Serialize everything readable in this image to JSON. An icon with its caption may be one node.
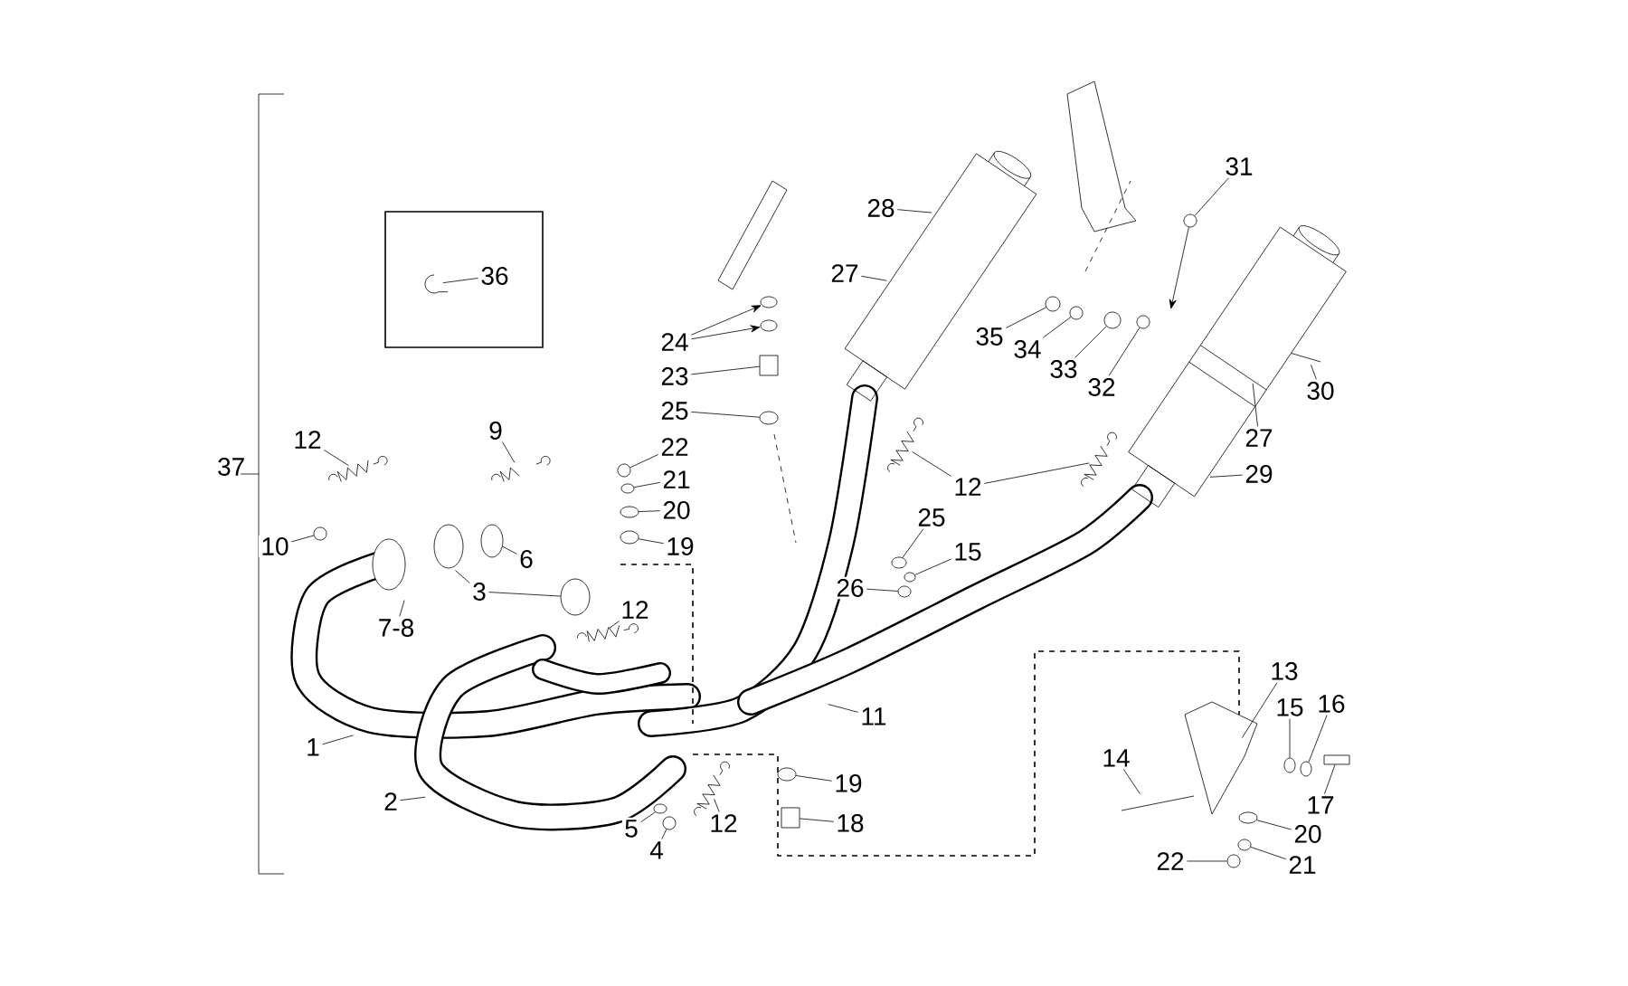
{
  "diagram": {
    "nodes": [
      {
        "text": [],
        "shape": "box"
      },
      {
        "text": [
          "36"
        ],
        "in": 0
      },
      {
        "text": [
          "12"
        ]
      },
      {
        "text": [
          "9"
        ]
      },
      {
        "text": [
          "24"
        ]
      },
      {
        "text": [
          "23"
        ]
      },
      {
        "text": [
          "25"
        ]
      },
      {
        "text": [
          "22"
        ]
      },
      {
        "text": [
          "21"
        ]
      },
      {
        "text": [
          "20"
        ]
      },
      {
        "text": [
          "28"
        ]
      },
      {
        "text": [
          "27"
        ]
      },
      {
        "text": [
          "31"
        ]
      },
      {
        "text": [
          "35"
        ]
      },
      {
        "text": [
          "34"
        ]
      },
      {
        "text": [
          "33"
        ]
      },
      {
        "text": [
          "32"
        ]
      },
      {
        "text": [
          "30"
        ]
      },
      {
        "text": [
          "27"
        ]
      },
      {
        "text": [
          "29"
        ]
      },
      {
        "text": [
          "12"
        ]
      },
      {
        "text": [
          "25"
        ]
      },
      {
        "text": [
          "15"
        ]
      },
      {
        "text": [
          "26"
        ]
      },
      {
        "text": [
          "10"
        ]
      },
      {
        "text": [
          "6"
        ]
      },
      {
        "text": [
          "3"
        ]
      },
      {
        "text": [
          "7-8"
        ]
      },
      {
        "text": [
          "12"
        ]
      },
      {
        "text": [
          "19"
        ]
      },
      {
        "text": [
          "1"
        ]
      },
      {
        "text": [
          "2"
        ]
      },
      {
        "text": [
          "5"
        ]
      },
      {
        "text": [
          "4"
        ]
      },
      {
        "text": [
          "12"
        ]
      },
      {
        "text": [
          "19"
        ]
      },
      {
        "text": [
          "18"
        ]
      },
      {
        "text": [
          "11"
        ]
      },
      {
        "text": [
          "13"
        ]
      },
      {
        "text": [
          "15"
        ]
      },
      {
        "text": [
          "16"
        ]
      },
      {
        "text": [
          "17"
        ]
      },
      {
        "text": [
          "14"
        ]
      },
      {
        "text": [
          "20"
        ]
      },
      {
        "text": [
          "21"
        ]
      },
      {
        "text": [
          "22"
        ]
      },
      {
        "text": [],
        "shape": "circle"
      },
      {
        "text": [],
        "shape": "circle"
      },
      {
        "text": [],
        "shape": "box"
      },
      {
        "text": [],
        "shape": "circle"
      },
      {
        "text": [],
        "shape": "circle"
      },
      {
        "text": [],
        "shape": "circle"
      },
      {
        "text": [],
        "shape": "circle"
      },
      {
        "text": [],
        "shape": "circle"
      },
      {
        "text": [],
        "shape": "circle"
      },
      {
        "text": [],
        "shape": "circle"
      },
      {
        "text": [],
        "shape": "circle"
      },
      {
        "text": [],
        "shape": "circle"
      },
      {
        "text": [],
        "shape": "circle"
      },
      {
        "text": [],
        "shape": "circle"
      },
      {
        "text": [],
        "shape": "circle"
      },
      {
        "text": [],
        "shape": "circle"
      },
      {
        "text": [],
        "shape": "circle"
      },
      {
        "text": [],
        "shape": "circle"
      },
      {
        "text": [],
        "shape": "circle"
      },
      {
        "text": [],
        "shape": "circle"
      },
      {
        "text": [],
        "shape": "circle"
      },
      {
        "text": [],
        "shape": "circle"
      },
      {
        "text": [],
        "shape": "box"
      },
      {
        "text": [],
        "shape": "circle"
      },
      {
        "text": [],
        "shape": "circle"
      },
      {
        "text": [],
        "shape": "circle"
      },
      {
        "text": [],
        "shape": "circle"
      },
      {
        "text": [],
        "shape": "circle"
      },
      {
        "text": [],
        "shape": "box"
      }
    ],
    "edges": [
      {
        "from": 1,
        "to": null,
        "arrow": "none"
      },
      {
        "from": 2,
        "to": null,
        "arrow": "none"
      },
      {
        "from": 3,
        "to": null,
        "arrow": "none"
      },
      {
        "from": 4,
        "to": 46,
        "arrow": "to"
      },
      {
        "from": 4,
        "to": 47,
        "arrow": "to"
      },
      {
        "from": 5,
        "to": 48,
        "arrow": "none"
      },
      {
        "from": 6,
        "to": 49,
        "arrow": "none"
      },
      {
        "from": 7,
        "to": 50,
        "arrow": "none"
      },
      {
        "from": 8,
        "to": 51,
        "arrow": "none"
      },
      {
        "from": 9,
        "to": 52,
        "arrow": "none"
      },
      {
        "from": 10,
        "to": null,
        "arrow": "none"
      },
      {
        "from": 11,
        "to": null,
        "arrow": "none"
      },
      {
        "from": 12,
        "to": 54,
        "arrow": "none"
      },
      {
        "from": 13,
        "to": 55,
        "arrow": "none"
      },
      {
        "from": 14,
        "to": 56,
        "arrow": "none"
      },
      {
        "from": 15,
        "to": 58,
        "arrow": "none"
      },
      {
        "from": 16,
        "to": 57,
        "arrow": "none"
      },
      {
        "from": 17,
        "to": null,
        "arrow": "none"
      },
      {
        "from": 18,
        "to": null,
        "arrow": "none"
      },
      {
        "from": 19,
        "to": null,
        "arrow": "none"
      },
      {
        "from": 20,
        "to": null,
        "arrow": "none"
      },
      {
        "from": 20,
        "to": null,
        "arrow": "none"
      },
      {
        "from": 21,
        "to": 62,
        "arrow": "none"
      },
      {
        "from": 22,
        "to": 63,
        "arrow": "none"
      },
      {
        "from": 23,
        "to": 64,
        "arrow": "none"
      },
      {
        "from": 24,
        "to": 59,
        "arrow": "none"
      },
      {
        "from": 25,
        "to": 60,
        "arrow": "none"
      },
      {
        "from": 26,
        "to": null,
        "arrow": "none"
      },
      {
        "from": 26,
        "to": 61,
        "arrow": "none"
      },
      {
        "from": 27,
        "to": null,
        "arrow": "none"
      },
      {
        "from": 28,
        "to": null,
        "arrow": "none"
      },
      {
        "from": 29,
        "to": 53,
        "arrow": "none"
      },
      {
        "from": 30,
        "to": null,
        "arrow": "none"
      },
      {
        "from": 31,
        "to": null,
        "arrow": "none"
      },
      {
        "from": 32,
        "to": 65,
        "arrow": "none"
      },
      {
        "from": 33,
        "to": 66,
        "arrow": "none"
      },
      {
        "from": 34,
        "to": null,
        "arrow": "none"
      },
      {
        "from": 35,
        "to": 67,
        "arrow": "none"
      },
      {
        "from": 36,
        "to": 68,
        "arrow": "none"
      },
      {
        "from": 37,
        "to": null,
        "arrow": "none"
      },
      {
        "from": 38,
        "to": null,
        "arrow": "none"
      },
      {
        "from": 39,
        "to": 69,
        "arrow": "none"
      },
      {
        "from": 40,
        "to": 70,
        "arrow": "none"
      },
      {
        "from": 41,
        "to": 74,
        "arrow": "none"
      },
      {
        "from": 42,
        "to": null,
        "arrow": "none"
      },
      {
        "from": 43,
        "to": 71,
        "arrow": "none"
      },
      {
        "from": 44,
        "to": 72,
        "arrow": "none"
      },
      {
        "from": 45,
        "to": 73,
        "arrow": "none"
      },
      {
        "from": 54,
        "to": null,
        "arrow": "to"
      }
    ],
    "labels": [
      "37"
    ]
  }
}
